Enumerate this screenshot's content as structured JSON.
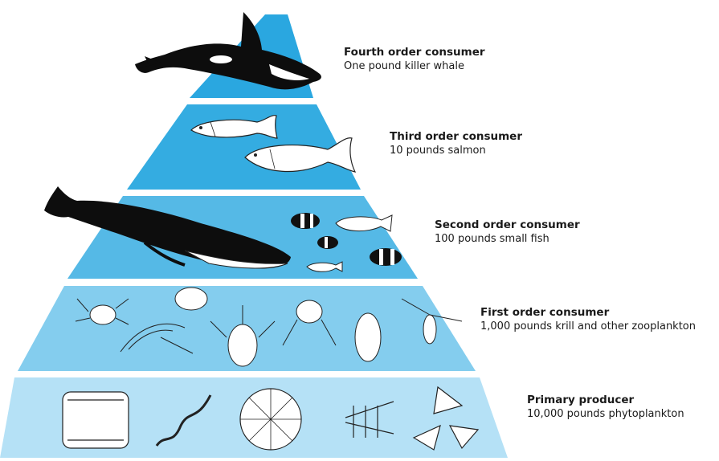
{
  "levels": [
    {
      "title": "Fourth order consumer",
      "subtitle": "One pound killer whale",
      "color": "#2aa7e0"
    },
    {
      "title": "Third order consumer",
      "subtitle": "10 pounds salmon",
      "color": "#34ace1"
    },
    {
      "title": "Second order consumer",
      "subtitle": "100 pounds small fish",
      "color": "#55b9e6"
    },
    {
      "title": "First order consumer",
      "subtitle": "1,000 pounds krill and other zooplankton",
      "color": "#84cdee"
    },
    {
      "title": "Primary producer",
      "subtitle": "10,000 pounds phytoplankton",
      "color": "#b5e1f6"
    }
  ],
  "icons": [
    "killer-whale-icon",
    "salmon-icon",
    "humpback-whale-icon",
    "clownfish-icon",
    "small-fish-icon",
    "krill-icon",
    "zooplankton-icon",
    "phytoplankton-icon"
  ]
}
